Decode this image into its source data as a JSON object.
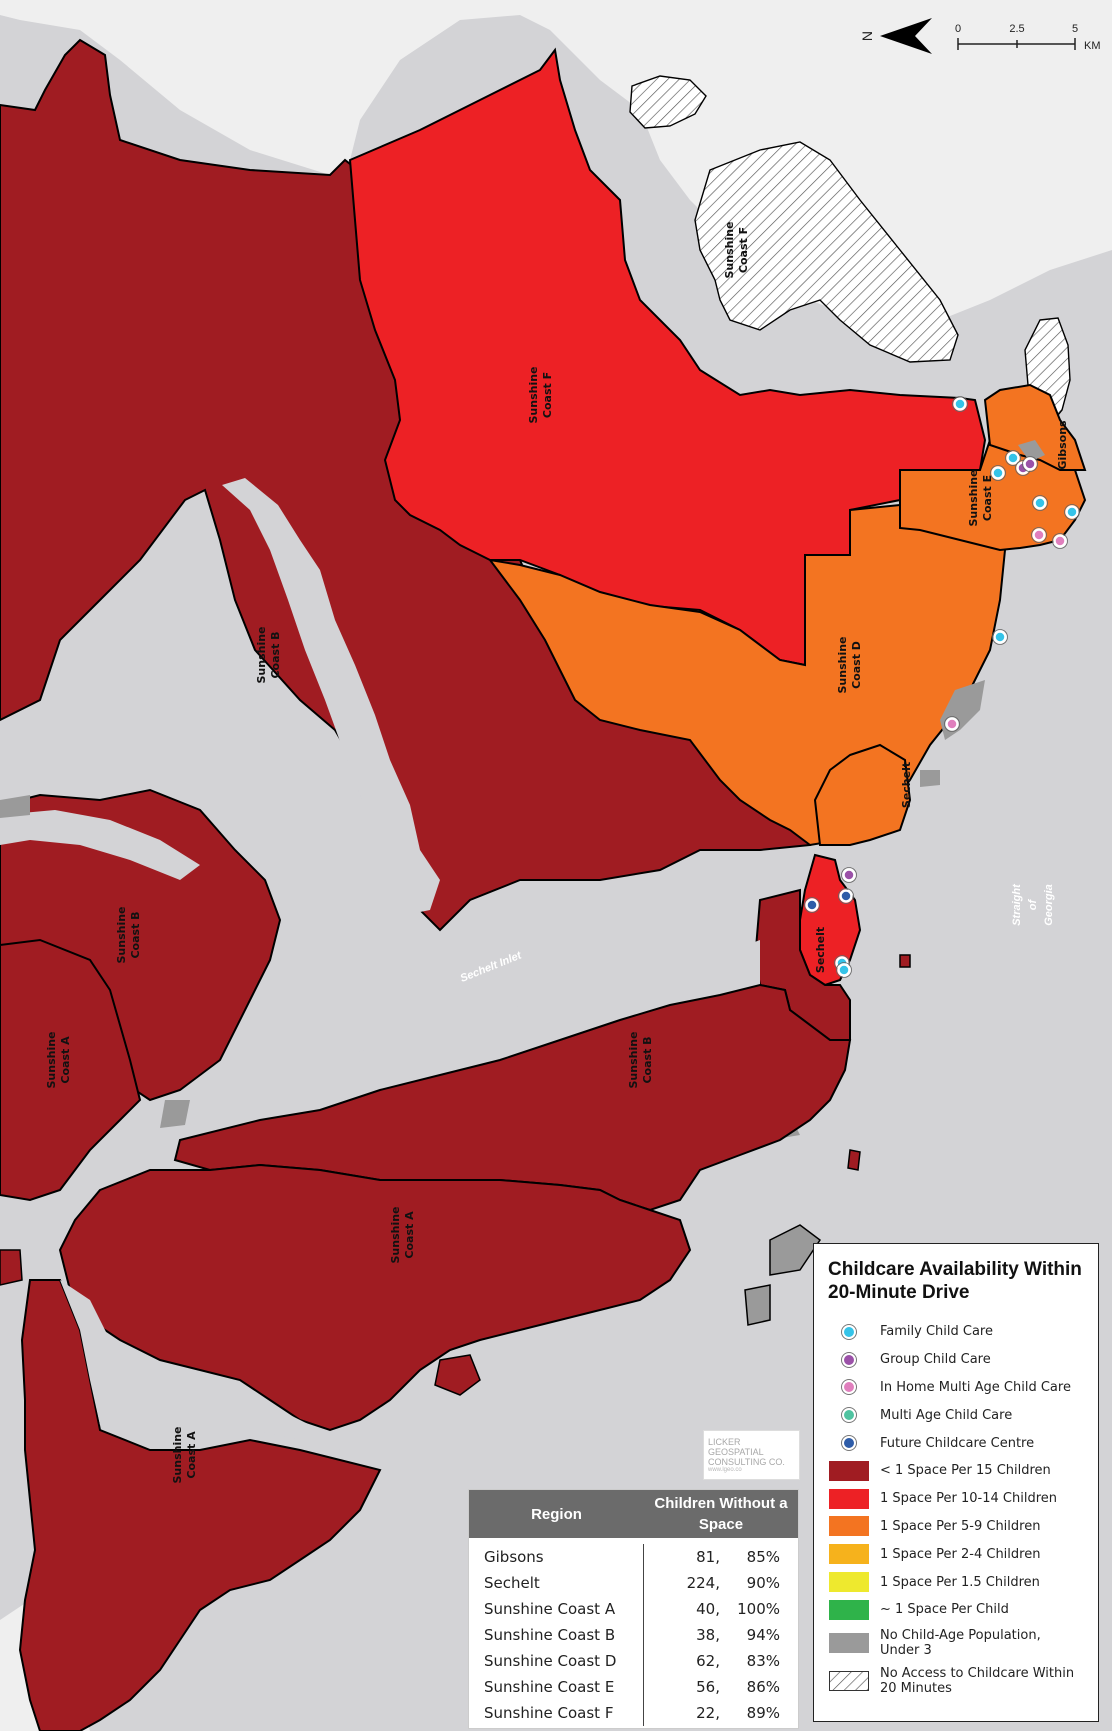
{
  "compass": {
    "north_label": "N"
  },
  "scale_bar": {
    "ticks": [
      "0",
      "2.5",
      "5"
    ],
    "unit": "KM"
  },
  "colors": {
    "sea": "#d3d3d6",
    "land_outside": "#efefef",
    "cat_lt15": "#a01c22",
    "cat_10_14": "#ed2125",
    "cat_5_9": "#f37421",
    "cat_2_4": "#f6b21c",
    "cat_1_5": "#eee92e",
    "cat_1": "#2fb34a",
    "no_population": "#9a9a9a",
    "family": "#35c3e8",
    "group": "#9b51a8",
    "in_home": "#e07fbd",
    "multi_age": "#4fc3a0",
    "future": "#2e5ca8"
  },
  "regions": [
    {
      "label": [
        "Sunshine",
        "Coast F"
      ]
    },
    {
      "label": [
        "Sunshine",
        "Coast F"
      ]
    },
    {
      "label": [
        "Gibsons"
      ]
    },
    {
      "label": [
        "Sunshine",
        "Coast E"
      ]
    },
    {
      "label": [
        "Sunshine",
        "Coast D"
      ]
    },
    {
      "label": [
        "Sechelt"
      ]
    },
    {
      "label": [
        "Sechelt"
      ]
    },
    {
      "label": [
        "Sunshine",
        "Coast B"
      ]
    },
    {
      "label": [
        "Sunshine",
        "Coast B"
      ]
    },
    {
      "label": [
        "Sunshine",
        "Coast B"
      ]
    },
    {
      "label": [
        "Sunshine",
        "Coast A"
      ]
    },
    {
      "label": [
        "Sunshine",
        "Coast A"
      ]
    },
    {
      "label": [
        "Sunshine",
        "Coast A"
      ]
    }
  ],
  "water_labels": {
    "inlet": "Sechelt Inlet",
    "strait": [
      "Straight",
      "of",
      "Georgia"
    ]
  },
  "facilities": [
    {
      "type": "family"
    },
    {
      "type": "family"
    },
    {
      "type": "family"
    },
    {
      "type": "family"
    },
    {
      "type": "family"
    },
    {
      "type": "family"
    },
    {
      "type": "family"
    },
    {
      "type": "family"
    },
    {
      "type": "group"
    },
    {
      "type": "group"
    },
    {
      "type": "group"
    },
    {
      "type": "in_home"
    },
    {
      "type": "in_home"
    },
    {
      "type": "in_home"
    },
    {
      "type": "future"
    },
    {
      "type": "future"
    }
  ],
  "legend": {
    "title": "Childcare Availability Within 20-Minute Drive",
    "items": [
      {
        "kind": "dot",
        "color": "#35c3e8",
        "label": "Family Child Care"
      },
      {
        "kind": "dot",
        "color": "#9b51a8",
        "label": "Group Child Care"
      },
      {
        "kind": "dot",
        "color": "#e07fbd",
        "label": "In Home Multi Age Child Care"
      },
      {
        "kind": "dot",
        "color": "#4fc3a0",
        "label": "Multi Age Child Care"
      },
      {
        "kind": "dot",
        "color": "#2e5ca8",
        "label": "Future Childcare Centre"
      },
      {
        "kind": "swatch",
        "color": "#a01c22",
        "label": "< 1 Space Per 15 Children"
      },
      {
        "kind": "swatch",
        "color": "#ed2125",
        "label": "1 Space Per 10-14 Children"
      },
      {
        "kind": "swatch",
        "color": "#f37421",
        "label": "1 Space Per 5-9 Children"
      },
      {
        "kind": "swatch",
        "color": "#f6b21c",
        "label": "1 Space Per 2-4 Children"
      },
      {
        "kind": "swatch",
        "color": "#eee92e",
        "label": "1 Space Per 1.5 Children"
      },
      {
        "kind": "swatch",
        "color": "#2fb34a",
        "label": "~ 1 Space Per Child"
      },
      {
        "kind": "swatch",
        "color": "#9a9a9a",
        "label": "No Child-Age Population, Under 3"
      },
      {
        "kind": "hatch",
        "color": "#ffffff",
        "label": "No Access to Childcare Within 20 Minutes"
      }
    ]
  },
  "watermark": {
    "lines": [
      "LICKER",
      "GEOSPATIAL",
      "CONSULTING CO."
    ],
    "url": "www.lgeo.co"
  },
  "table": {
    "headers": {
      "region": "Region",
      "children": "Children Without a Space"
    },
    "rows": [
      {
        "region": "Gibsons",
        "count": "81,",
        "pct": "85%"
      },
      {
        "region": "Sechelt",
        "count": "224,",
        "pct": "90%"
      },
      {
        "region": "Sunshine Coast A",
        "count": "40,",
        "pct": "100%"
      },
      {
        "region": "Sunshine Coast B",
        "count": "38,",
        "pct": "94%"
      },
      {
        "region": "Sunshine Coast D",
        "count": "62,",
        "pct": "83%"
      },
      {
        "region": "Sunshine Coast E",
        "count": "56,",
        "pct": "86%"
      },
      {
        "region": "Sunshine Coast F",
        "count": "22,",
        "pct": "89%"
      }
    ]
  }
}
